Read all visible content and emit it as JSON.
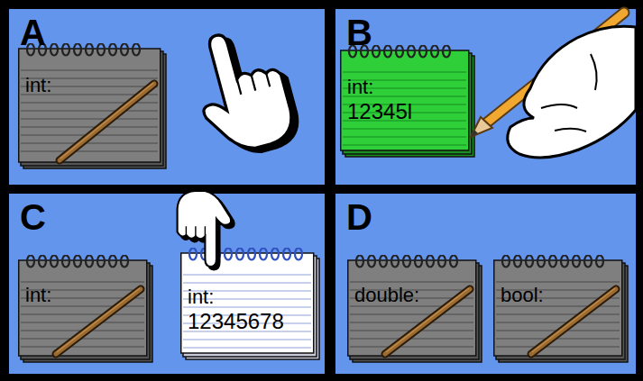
{
  "diagram": {
    "nodes": [
      {
        "text": [
          "A"
        ]
      },
      {
        "text": [
          "int:"
        ],
        "in": 0
      },
      {
        "text": [
          "B"
        ]
      },
      {
        "text": [
          "int:",
          "12345l"
        ],
        "in": 2
      },
      {
        "text": [
          "C"
        ]
      },
      {
        "text": [
          "int:"
        ],
        "in": 4
      },
      {
        "text": [
          "int:",
          "12345678"
        ],
        "in": 4
      },
      {
        "text": [
          "D"
        ]
      },
      {
        "text": [
          "double:"
        ],
        "in": 7
      },
      {
        "text": [
          "bool:"
        ],
        "in": 7
      }
    ]
  }
}
